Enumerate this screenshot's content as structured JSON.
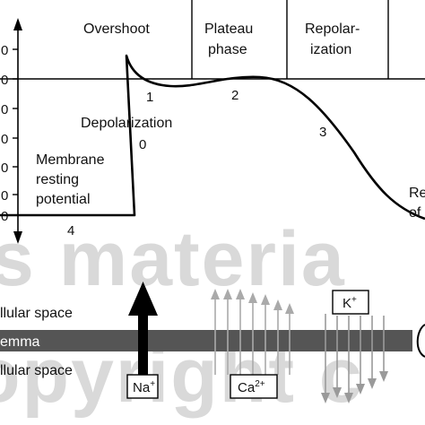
{
  "phases": {
    "overshoot": "Overshoot",
    "plateau_line1": "Plateau",
    "plateau_line2": "phase",
    "repol_line1": "Repolar-",
    "repol_line2": "ization",
    "depolarization": "Depolarization",
    "resting_line1": "Membrane",
    "resting_line2": "resting",
    "resting_line3": "potential",
    "right_line1": "Re",
    "right_line2": "of"
  },
  "phase_numbers": {
    "n0": "0",
    "n1": "1",
    "n2": "2",
    "n3": "3",
    "n4": "4"
  },
  "y_ticks": [
    "0",
    "0",
    "0",
    "0",
    "0",
    "0",
    "0"
  ],
  "spaces": {
    "extracellular": "llular space",
    "membrane": "emma",
    "intracellular": "llular space"
  },
  "ions": {
    "na": "Na",
    "na_sup": "+",
    "ca": "Ca",
    "ca_sup": "2+",
    "k": "K",
    "k_sup": "+"
  },
  "watermark": {
    "line1": "s materia",
    "line2": "opyright c"
  },
  "colors": {
    "line": "#000000",
    "membrane": "#555555",
    "ca_arrows": "#aaaaaa",
    "k_arrows": "#9a9a9a",
    "watermark": "#d9d9d9"
  }
}
